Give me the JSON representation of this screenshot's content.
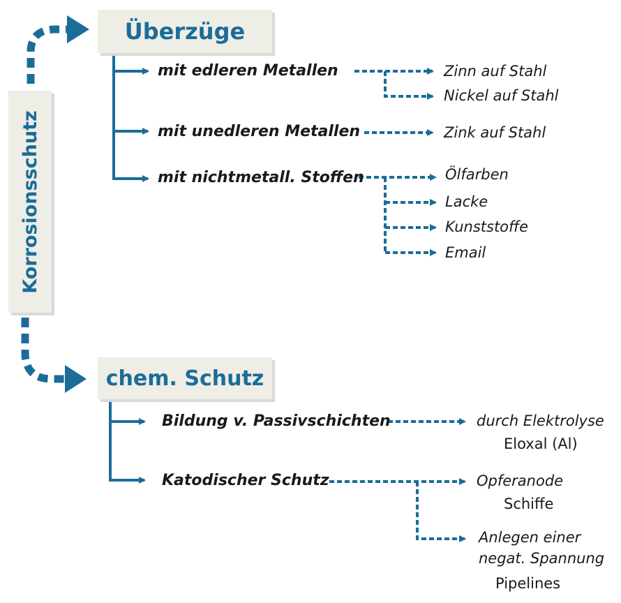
{
  "colors": {
    "accent": "#1b6c99",
    "box_fill": "#eeede6"
  },
  "root": {
    "label": "Korrosionsschutz"
  },
  "branches": [
    {
      "label": "Überzüge",
      "children": [
        {
          "label": "mit edleren Metallen",
          "items": [
            "Zinn auf Stahl",
            "Nickel auf Stahl"
          ]
        },
        {
          "label": "mit unedleren Metallen",
          "items": [
            "Zink auf Stahl"
          ]
        },
        {
          "label": "mit nichtmetall. Stoffen",
          "items": [
            "Ölfarben",
            "Lacke",
            "Kunststoffe",
            "Email"
          ]
        }
      ]
    },
    {
      "label": "chem. Schutz",
      "children": [
        {
          "label": "Bildung v. Passivschichten",
          "items": [
            {
              "text": "durch Elektrolyse",
              "example": "Eloxal (Al)"
            }
          ]
        },
        {
          "label": "Katodischer Schutz",
          "items": [
            {
              "text": "Opferanode",
              "example": "Schiffe"
            },
            {
              "text_lines": [
                "Anlegen einer",
                "negat. Spannung"
              ],
              "example": "Pipelines"
            }
          ]
        }
      ]
    }
  ]
}
